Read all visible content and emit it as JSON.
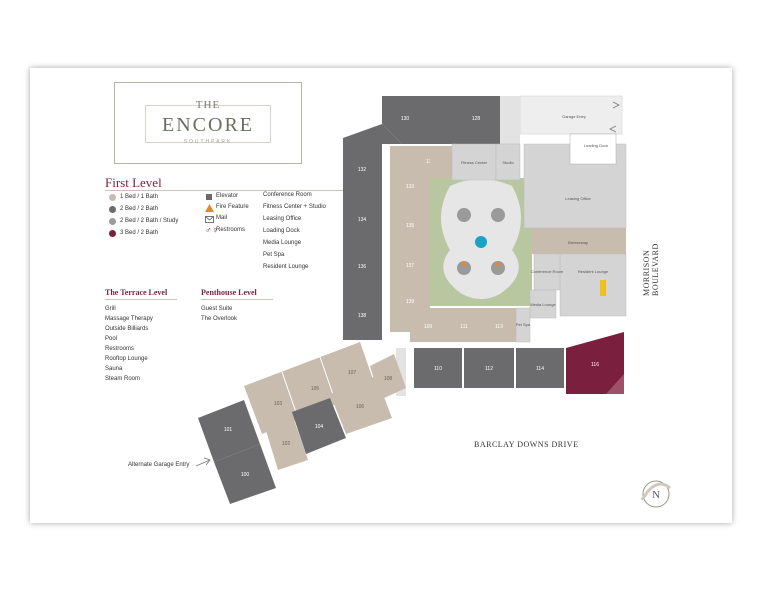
{
  "logo": {
    "the": "THE",
    "name": "ENCORE",
    "sub": "SOUTHPARK"
  },
  "first_level": {
    "title": "First Level",
    "unit_types": [
      {
        "label": "1 Bed / 1 Bath",
        "color": "#c8bcae"
      },
      {
        "label": "2 Bed / 2 Bath",
        "color": "#6b6b6e"
      },
      {
        "label": "2 Bed / 2 Bath / Study",
        "color": "#9c9a9b"
      },
      {
        "label": "3 Bed / 2 Bath",
        "color": "#7a1f3d"
      }
    ],
    "symbols": [
      {
        "label": "Elevator",
        "icon": "elevator-icon"
      },
      {
        "label": "Fire Feature",
        "icon": "fire-icon"
      },
      {
        "label": "Mail",
        "icon": "mail-icon"
      },
      {
        "label": "Restrooms",
        "icon": "restroom-icon"
      }
    ],
    "amenities": [
      "Conference Room",
      "Fitness Center + Studio",
      "Leasing Office",
      "Loading Dock",
      "Media Lounge",
      "Pet Spa",
      "Resident Lounge"
    ]
  },
  "terrace_level": {
    "title": "The Terrace Level",
    "items": [
      "Grill",
      "Massage Therapy",
      "Outside Billiards",
      "Pool",
      "Restrooms",
      "Rooftop Lounge",
      "Sauna",
      "Steam Room"
    ]
  },
  "penthouse_level": {
    "title": "Penthouse Level",
    "items": [
      "Guest Suite",
      "The Overlook"
    ]
  },
  "map": {
    "units": {
      "u130": "130",
      "u128": "128",
      "u132": "132",
      "u134": "134",
      "u136": "136",
      "u138": "138",
      "u110": "110",
      "u112": "112",
      "u114": "114",
      "u116": "116",
      "u131": "131",
      "u133": "133",
      "u135": "135",
      "u137": "137",
      "u139": "139",
      "u109": "109",
      "u111": "111",
      "u113": "113",
      "u101": "101",
      "u100": "100",
      "u102": "102",
      "u104": "104",
      "u106": "106",
      "u108": "108",
      "u103": "103",
      "u105": "105",
      "u107": "107"
    },
    "rooms": {
      "garage_entry": "Garage Entry",
      "loading_dock": "Loading Dock",
      "fitness_center": "Fitness Center",
      "studio": "Studio",
      "leasing_office": "Leasing Office",
      "breezeway": "Breezeway",
      "resident_lounge": "Resident Lounge",
      "conference_room": "Conference Room",
      "media_lounge": "Media Lounge",
      "pet_spa": "Pet Spa"
    },
    "streets": {
      "barclay": "BARCLAY DOWNS DRIVE",
      "morrison": "MORRISON BOULEVARD"
    },
    "alternate_garage": "Alternate Garage Entry",
    "north_label": "N"
  },
  "colors": {
    "dark_unit": "#6b6b6e",
    "tan_unit": "#c8bcae",
    "maroon_unit": "#7a1f3d",
    "amenity": "#d4d4d4",
    "courtyard": "#b9c7a0",
    "pool": "#1aa3c4"
  }
}
